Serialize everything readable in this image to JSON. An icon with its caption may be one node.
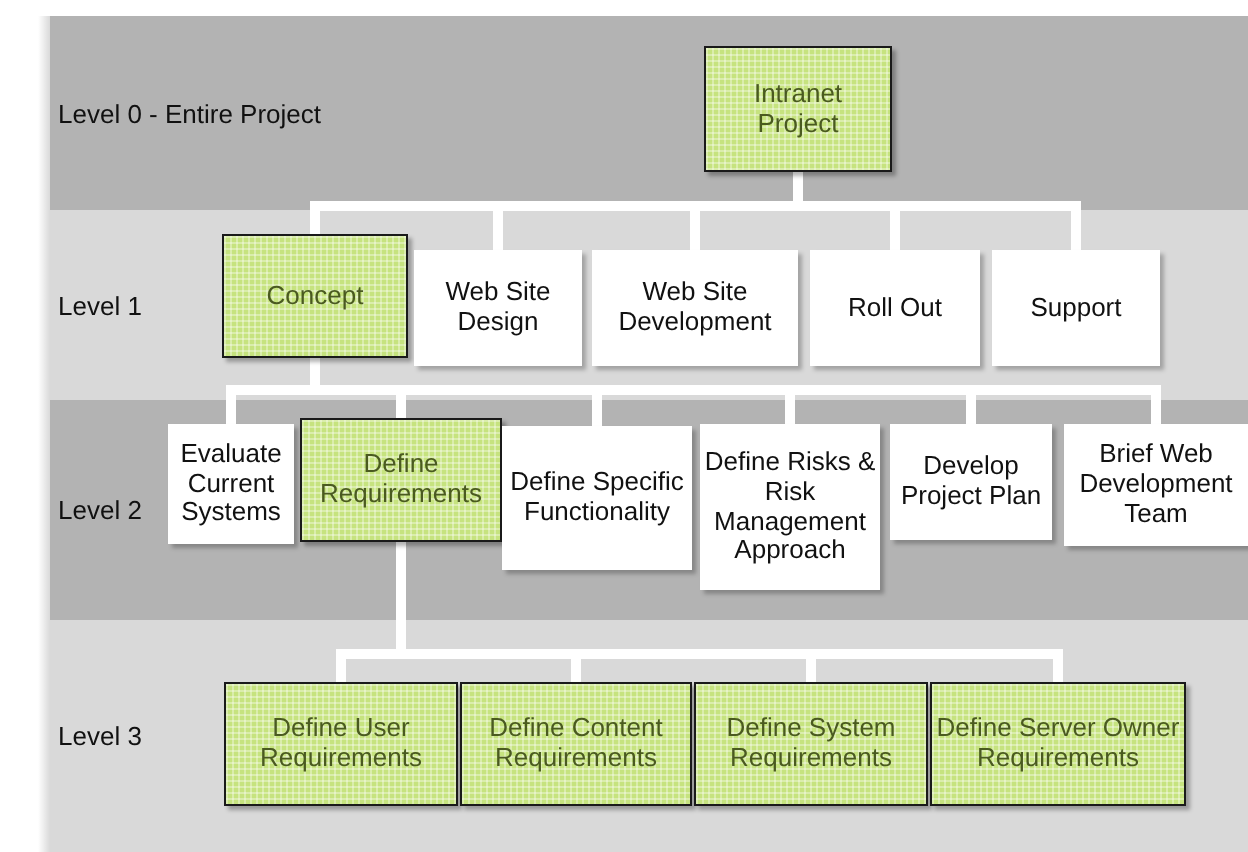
{
  "diagram": {
    "nodes": [
      {
        "text": [
          "Level 0 - Entire Project"
        ]
      },
      {
        "text": [
          "Intranet Project"
        ],
        "in": 0
      },
      {
        "text": [
          "Level 1"
        ]
      },
      {
        "text": [
          "Concept"
        ],
        "in": 2
      },
      {
        "text": [
          "Web Site Design"
        ],
        "in": 2
      },
      {
        "text": [
          "Web Site Development"
        ],
        "in": 2
      },
      {
        "text": [
          "Roll Out"
        ],
        "in": 2
      },
      {
        "text": [
          "Support"
        ],
        "in": 2
      },
      {
        "text": [
          "Level 2"
        ]
      },
      {
        "text": [
          "Evaluate Current Systems"
        ],
        "in": 8
      },
      {
        "text": [
          "Define Requirements"
        ],
        "in": 8
      },
      {
        "text": [
          "Define Specific Functionality"
        ],
        "in": 8
      },
      {
        "text": [
          "Define Risks & Risk Management Approach"
        ],
        "in": 8
      },
      {
        "text": [
          "Develop Project Plan"
        ],
        "in": 8
      },
      {
        "text": [
          "Brief Web Development Team"
        ],
        "in": 8
      },
      {
        "text": [
          "Level 3"
        ]
      },
      {
        "text": [
          "Define User Requirements"
        ],
        "in": 15
      },
      {
        "text": [
          "Define Content Requirements"
        ],
        "in": 15
      },
      {
        "text": [
          "Define System Requirements"
        ],
        "in": 15
      },
      {
        "text": [
          "Define Server Owner Requirements"
        ],
        "in": 15
      }
    ],
    "edges": [
      {
        "from": 1,
        "to": 3,
        "arrow": "none"
      },
      {
        "from": 1,
        "to": 4,
        "arrow": "none"
      },
      {
        "from": 1,
        "to": 5,
        "arrow": "none"
      },
      {
        "from": 1,
        "to": 6,
        "arrow": "none"
      },
      {
        "from": 1,
        "to": 7,
        "arrow": "none"
      },
      {
        "from": 3,
        "to": 9,
        "arrow": "none"
      },
      {
        "from": 3,
        "to": 10,
        "arrow": "none"
      },
      {
        "from": 3,
        "to": 11,
        "arrow": "none"
      },
      {
        "from": 3,
        "to": 12,
        "arrow": "none"
      },
      {
        "from": 3,
        "to": 13,
        "arrow": "none"
      },
      {
        "from": 3,
        "to": 14,
        "arrow": "none"
      },
      {
        "from": 10,
        "to": 16,
        "arrow": "none"
      },
      {
        "from": 10,
        "to": 17,
        "arrow": "none"
      },
      {
        "from": 10,
        "to": 18,
        "arrow": "none"
      },
      {
        "from": 10,
        "to": 19,
        "arrow": "none"
      }
    ]
  }
}
